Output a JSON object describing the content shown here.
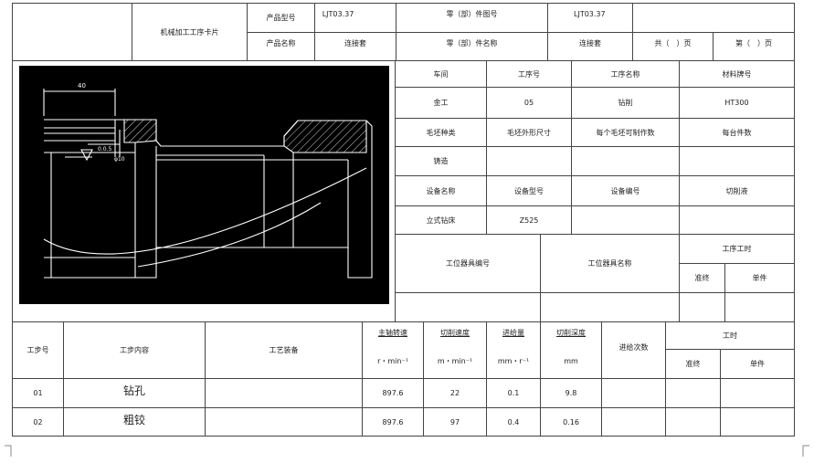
{
  "header": {
    "card_title": "机械加工工序卡片",
    "product_model_label": "产品型号",
    "product_model": "LJT03.37",
    "part_drawing_label": "零（部）件图号",
    "part_drawing_no": "LJT03.37",
    "product_name_label": "产品名称",
    "product_name": "连接套",
    "part_name_label": "零（部）件名称",
    "part_name": "连接套",
    "total_pages": "共（　）页",
    "page_no": "第（　）页"
  },
  "info": {
    "workshop_label": "车间",
    "process_no_label": "工序号",
    "process_name_label": "工序名称",
    "material_label": "材料牌号",
    "workshop": "金工",
    "process_no": "05",
    "process_name": "钻削",
    "material": "HT300",
    "blank_type_label": "毛坯种类",
    "blank_size_label": "毛坯外形尺寸",
    "parts_per_blank_label": "每个毛坯可制作数",
    "parts_per_unit_label": "每台件数",
    "blank_type": "铸造",
    "equip_name_label": "设备名称",
    "equip_model_label": "设备型号",
    "equip_no_label": "设备编号",
    "coolant_label": "切削液",
    "equip_name": "立式钻床",
    "equip_model": "Z525",
    "fixture_no_label": "工位器具编号",
    "fixture_name_label": "工位器具名称",
    "process_time_label": "工序工时",
    "prep_label": "准终",
    "unit_label": "单件"
  },
  "steps": {
    "headers": {
      "step_no": "工步号",
      "content": "工步内容",
      "equipment": "工艺装备",
      "spindle": "主轴转速",
      "spindle_unit": "r・min⁻¹",
      "speed": "切削速度",
      "speed_unit": "m・min⁻¹",
      "feed": "进给量",
      "feed_unit": "mm・r⁻¹",
      "depth": "切削深度",
      "depth_unit": "mm",
      "passes": "进给次数",
      "time": "工时",
      "prep": "准终",
      "unit": "单件"
    },
    "rows": [
      {
        "no": "01",
        "content": "钻孔",
        "spindle": "897.6",
        "speed": "22",
        "feed": "0.1",
        "depth": "9.8"
      },
      {
        "no": "02",
        "content": "粗铰",
        "spindle": "897.6",
        "speed": "97",
        "feed": "0.4",
        "depth": "0.16"
      }
    ]
  },
  "drawing": {
    "dim_length": "40",
    "dim_tolerance": "0.0.5",
    "dim_diameter": "φ10"
  }
}
